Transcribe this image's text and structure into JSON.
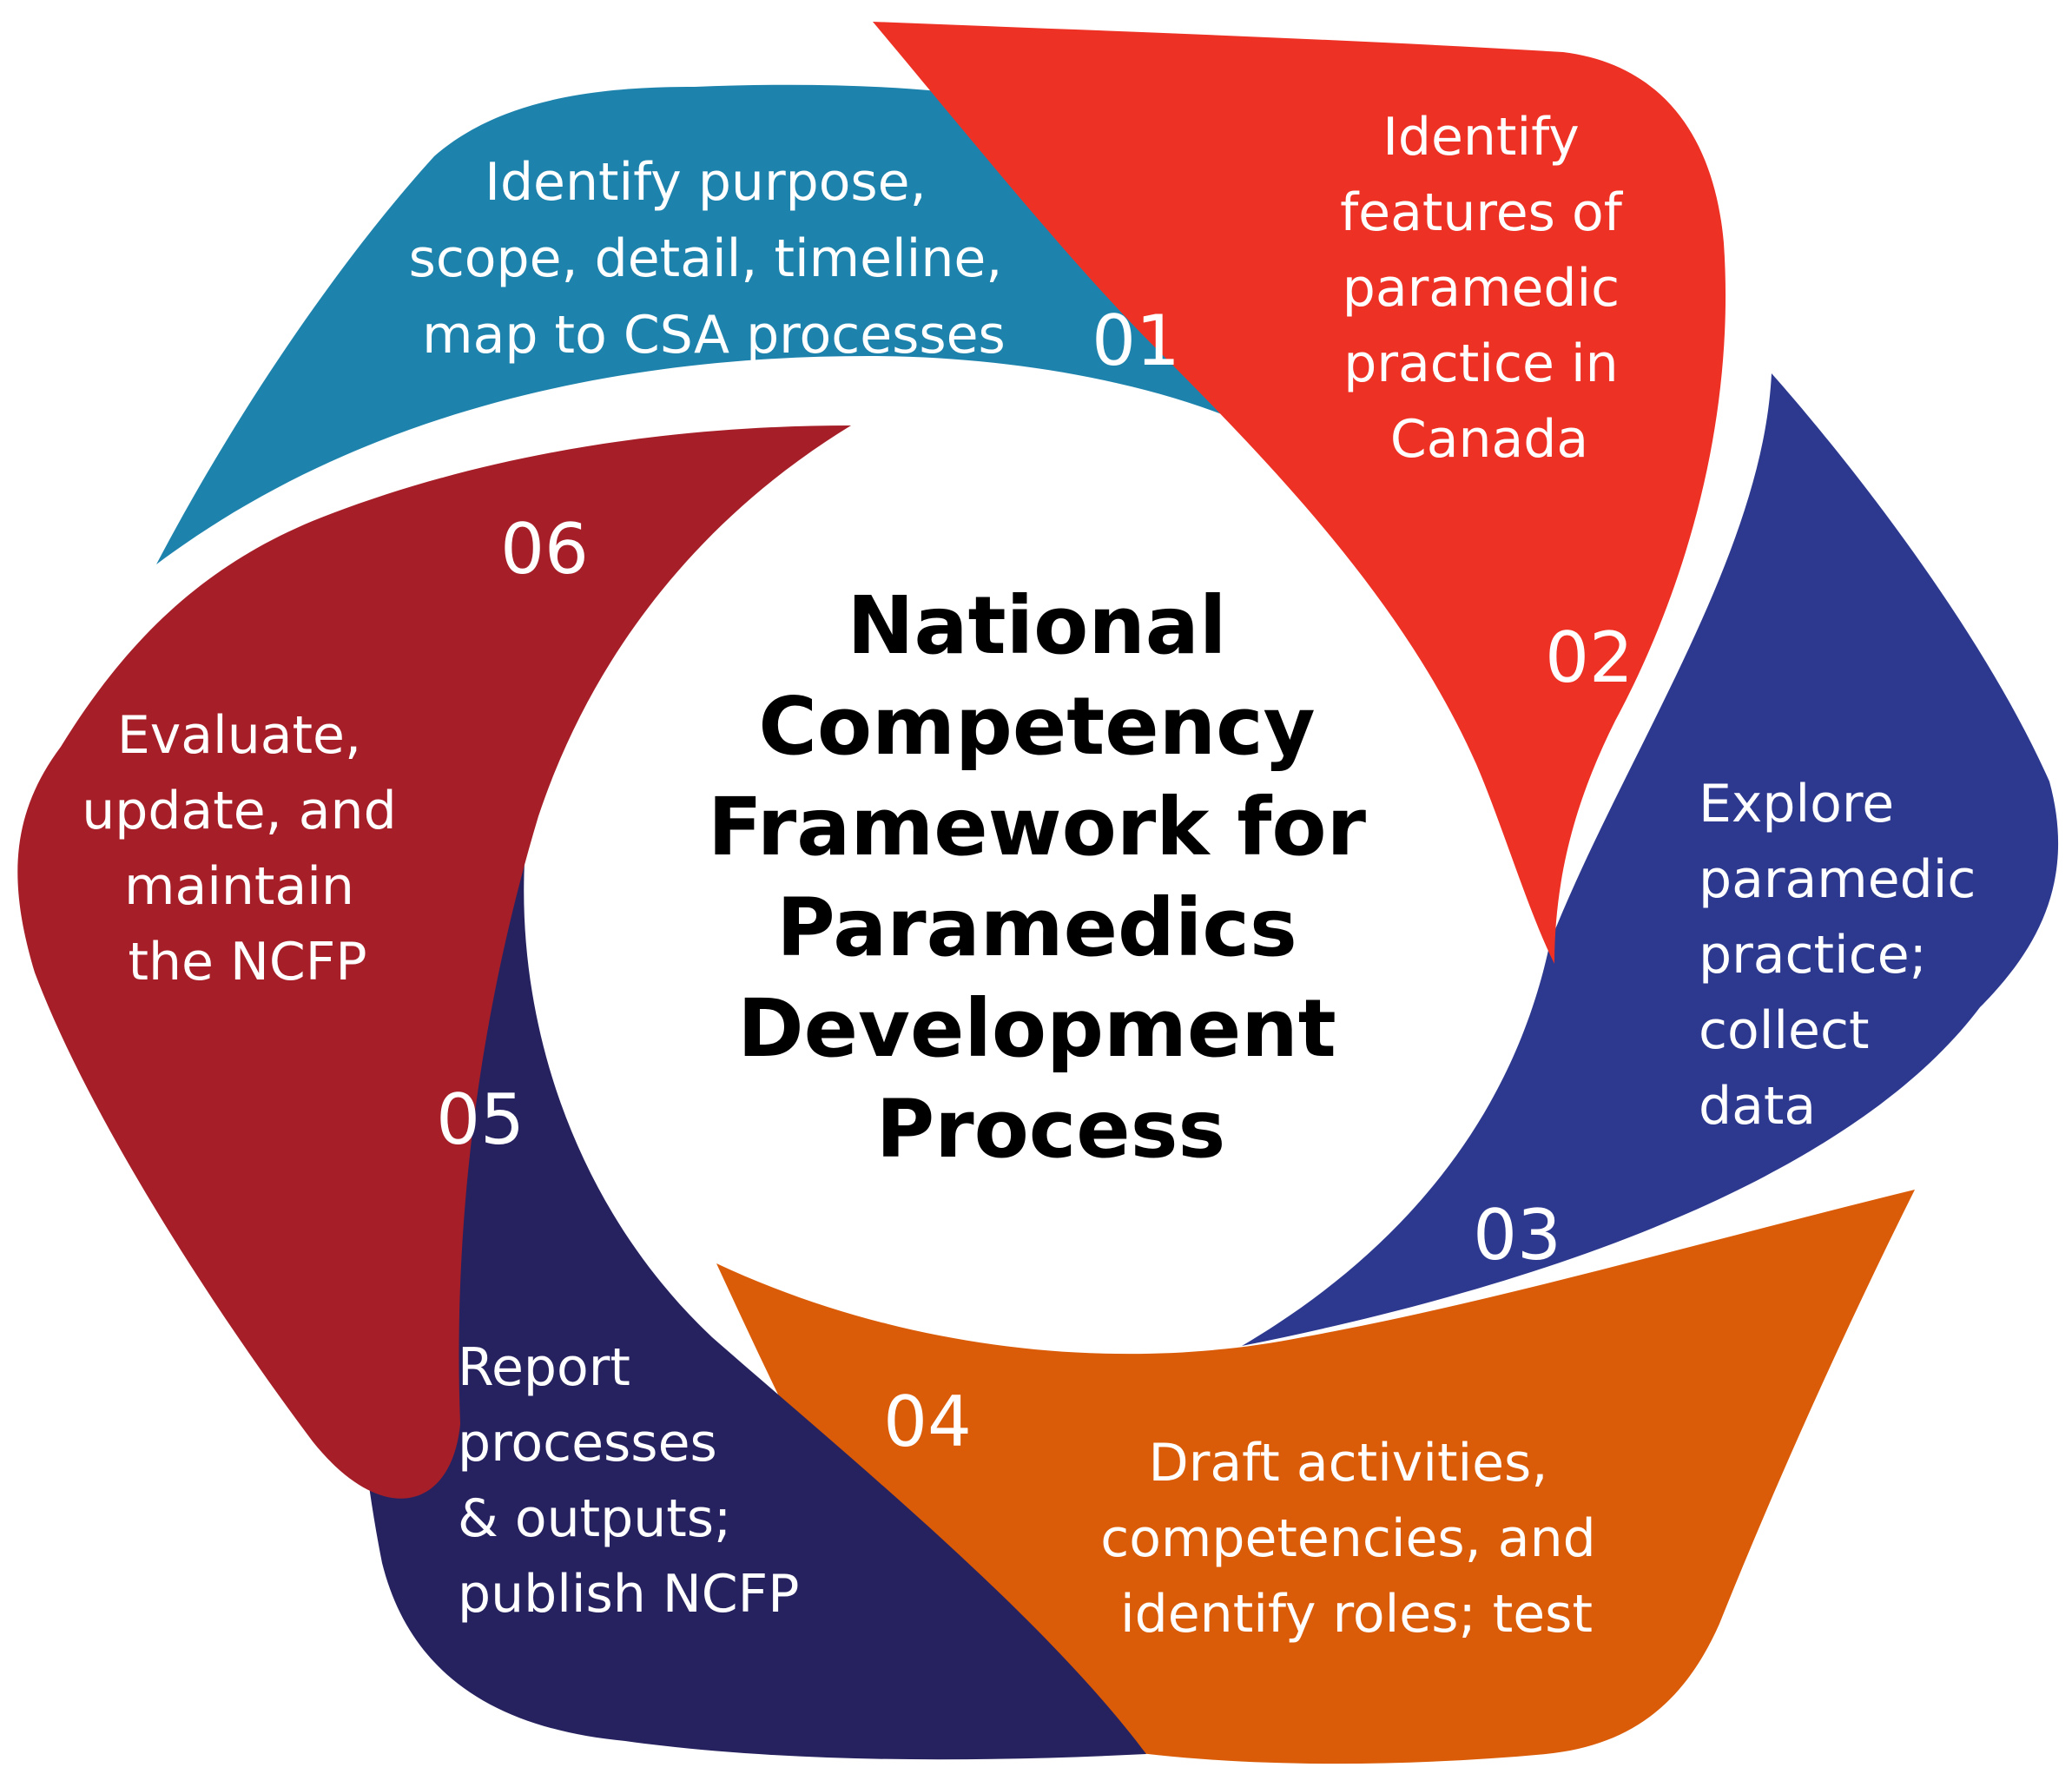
{
  "title": {
    "lines": [
      "National",
      "Competency",
      "Framework for",
      "Paramedics",
      "Development",
      "Process"
    ]
  },
  "steps": [
    {
      "number": "01",
      "color": "#1d83ad",
      "lines": [
        "Identify purpose,",
        "scope, detail, timeline,",
        "map to CSA processes"
      ]
    },
    {
      "number": "02",
      "color": "#ee3125",
      "lines": [
        "Identify",
        "features of",
        "paramedic",
        "practice in",
        "Canada"
      ]
    },
    {
      "number": "03",
      "color": "#2c398f",
      "lines": [
        "Explore",
        "paramedic",
        "practice;",
        "collect",
        "data"
      ]
    },
    {
      "number": "04",
      "color": "#da5c08",
      "lines": [
        "Draft activities,",
        "competencies, and",
        "identify roles; test"
      ]
    },
    {
      "number": "05",
      "color": "#262260",
      "lines": [
        "Report",
        "processes",
        "& outputs;",
        "publish NCFP"
      ]
    },
    {
      "number": "06",
      "color": "#a61f28",
      "lines": [
        "Evaluate,",
        "update, and",
        "maintain",
        "the NCFP"
      ]
    }
  ]
}
